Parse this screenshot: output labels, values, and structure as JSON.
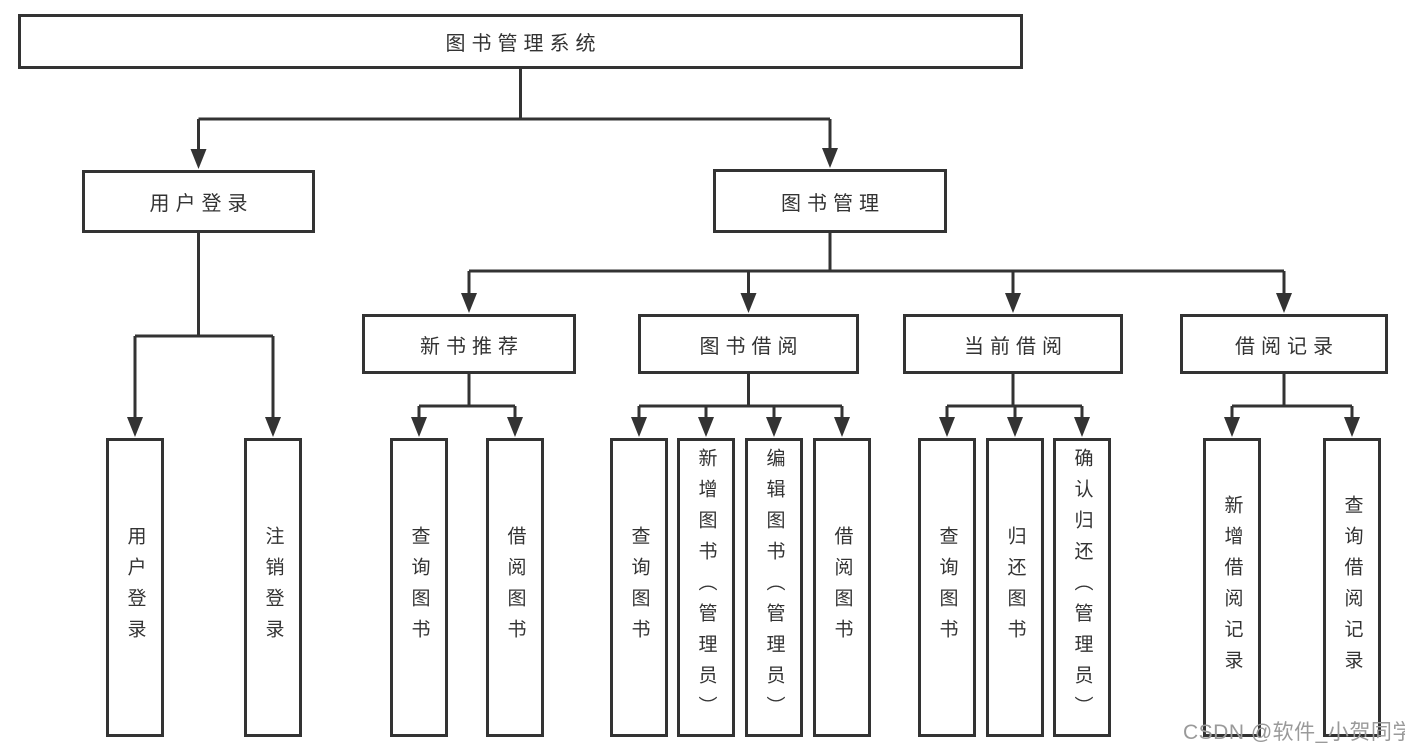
{
  "tree": {
    "label": "图书管理系统",
    "children": [
      {
        "label": "用户登录",
        "children": [
          {
            "label": "用户登录"
          },
          {
            "label": "注销登录"
          }
        ]
      },
      {
        "label": "图书管理",
        "children": [
          {
            "label": "新书推荐",
            "children": [
              {
                "label": "查询图书"
              },
              {
                "label": "借阅图书"
              }
            ]
          },
          {
            "label": "图书借阅",
            "children": [
              {
                "label": "查询图书"
              },
              {
                "label": "新增图书（管理员）"
              },
              {
                "label": "编辑图书（管理员）"
              },
              {
                "label": "借阅图书"
              }
            ]
          },
          {
            "label": "当前借阅",
            "children": [
              {
                "label": "查询图书"
              },
              {
                "label": "归还图书"
              },
              {
                "label": "确认归还（管理员）"
              }
            ]
          },
          {
            "label": "借阅记录",
            "children": [
              {
                "label": "新增借阅记录"
              },
              {
                "label": "查询借阅记录"
              }
            ]
          }
        ]
      }
    ]
  },
  "watermark": {
    "text": "CSDN @软件_小贺同学",
    "color": "#9a9a9a"
  },
  "colors": {
    "line": "#333333",
    "text": "#333333",
    "background": "#ffffff"
  }
}
